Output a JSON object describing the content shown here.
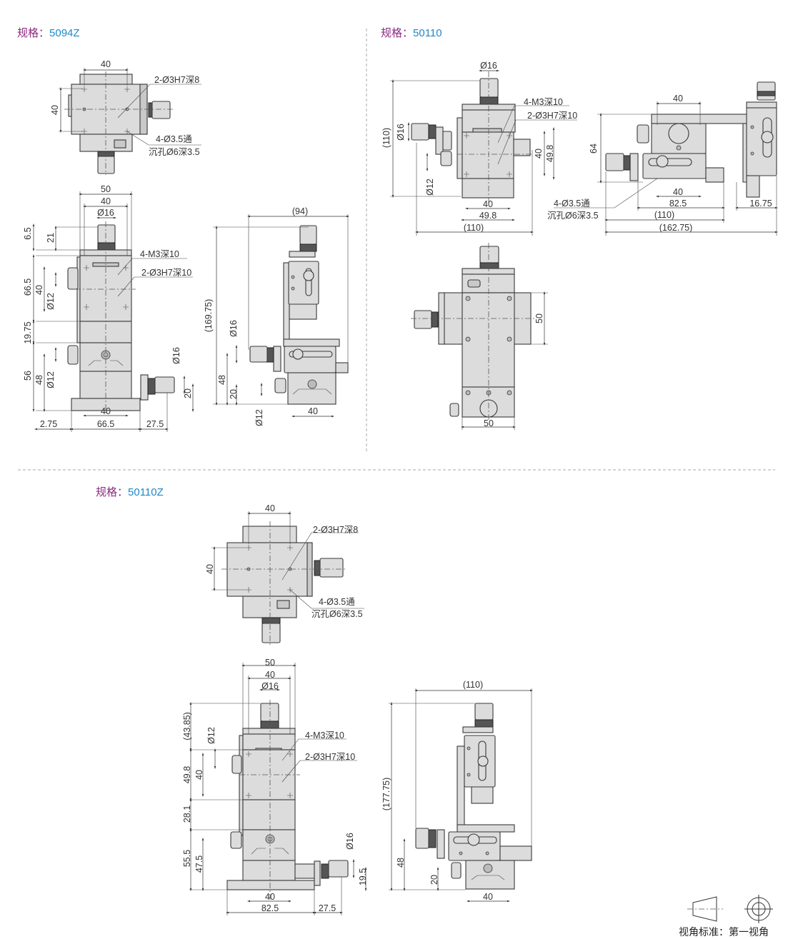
{
  "colors": {
    "title_prefix": "#8b2a7e",
    "title_value": "#1e88c8"
  },
  "spec_prefix": "规格：",
  "s1": {
    "model": "5094Z",
    "top": [
      "40",
      "40",
      "2-Ø3H7深8",
      "4-Ø3.5通",
      "沉孔Ø6深3.5"
    ],
    "front": [
      "50",
      "40",
      "Ø16",
      "6.5",
      "21",
      "4-M3深10",
      "2-Ø3H7深10",
      "66.5",
      "40",
      "Ø12",
      "19.75",
      "Ø16",
      "56",
      "48",
      "Ø12",
      "20",
      "40",
      "2.75",
      "66.5",
      "27.5"
    ],
    "side": [
      "(94)",
      "(169.75)",
      "Ø16",
      "48",
      "20",
      "Ø12",
      "40"
    ]
  },
  "s2": {
    "model": "50110",
    "front": [
      "Ø16",
      "(110)",
      "Ø16",
      "4-M3深10",
      "2-Ø3H7深10",
      "40",
      "49.8",
      "Ø12",
      "40",
      "49.8",
      "(110)"
    ],
    "side": [
      "40",
      "64",
      "40",
      "82.5",
      "4-Ø3.5通",
      "沉孔Ø6深3.5",
      "(110)",
      "16.75",
      "(162.75)"
    ],
    "top": [
      "50",
      "50"
    ]
  },
  "s3": {
    "model": "50110Z",
    "top": [
      "40",
      "40",
      "2-Ø3H7深8",
      "4-Ø3.5通",
      "沉孔Ø6深3.5"
    ],
    "front": [
      "50",
      "40",
      "Ø16",
      "(43.85)",
      "Ø12",
      "4-M3深10",
      "2-Ø3H7深10",
      "49.8",
      "40",
      "28.1",
      "Ø16",
      "55.5",
      "47.5",
      "19.5",
      "40",
      "82.5",
      "27.5"
    ],
    "side": [
      "(110)",
      "(177.75)",
      "48",
      "20",
      "40"
    ]
  },
  "legend": {
    "label": "视角标准：第一视角"
  }
}
